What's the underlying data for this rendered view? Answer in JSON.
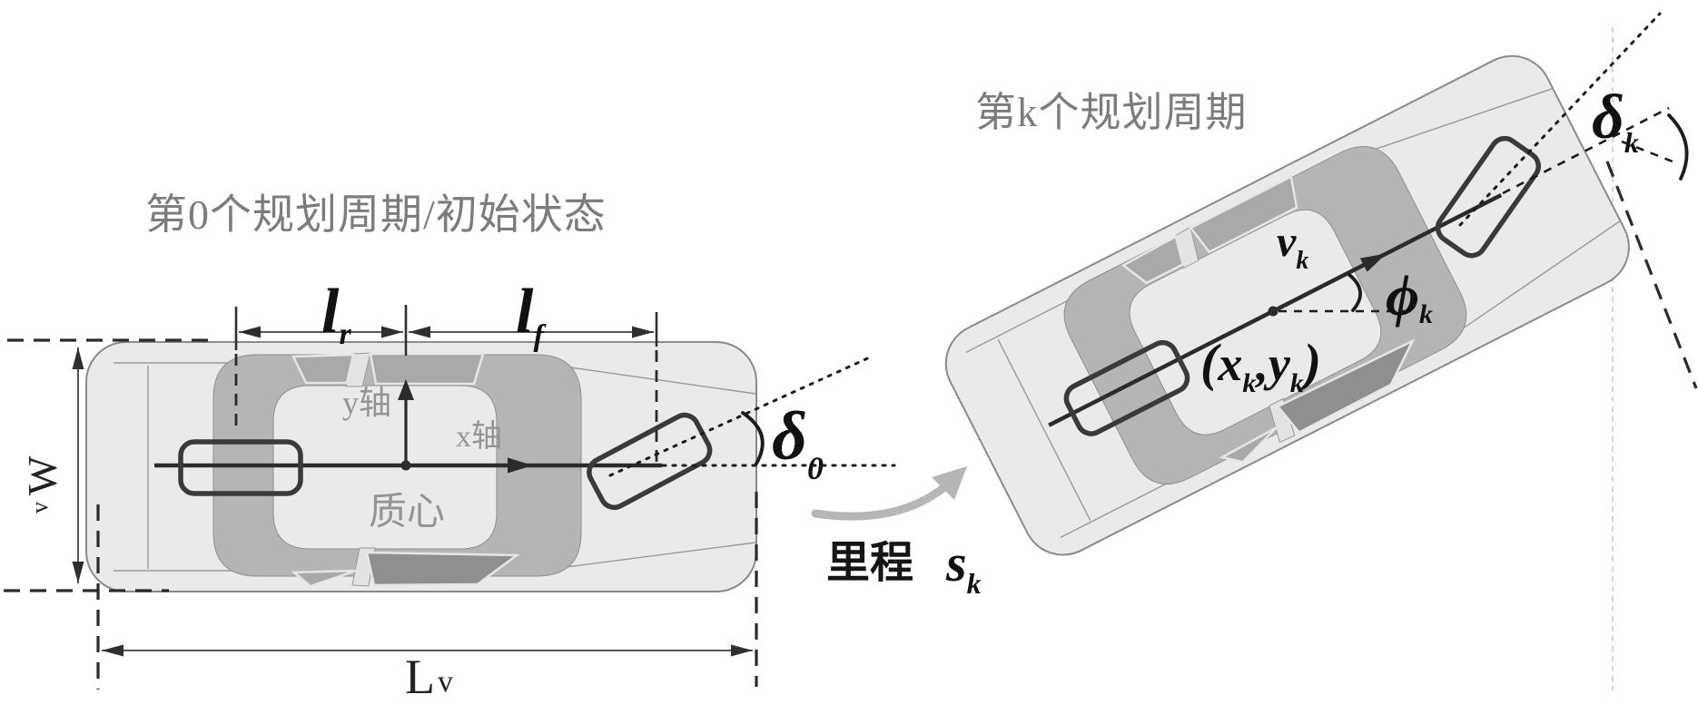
{
  "colors": {
    "car_body": "#eaeaea",
    "cabin": "#b5b5b5",
    "window_dark": "#8f8f8f",
    "line_dark": "#2b2b2b",
    "arrow_gray": "#b6b6b6",
    "title_gray": "#7c7c7c",
    "label_gray": "#949494"
  },
  "left": {
    "title": "第0个规划周期/初始状态",
    "y_axis_label": "y轴",
    "x_axis_label": "x轴",
    "cg_label": "质心",
    "rear_length": {
      "base": "l",
      "sub": "r"
    },
    "front_length": {
      "base": "l",
      "sub": "f"
    },
    "width_dim": {
      "base": "W",
      "sub": "v"
    },
    "length_dim": {
      "base": "L",
      "sub": "v"
    },
    "steer_angle": {
      "base": "δ",
      "sub": "0"
    }
  },
  "middle": {
    "mileage_label": "里程",
    "mileage_var": {
      "base": "s",
      "sub": "k"
    }
  },
  "right": {
    "title": "第k个规划周期",
    "velocity": {
      "base": "v",
      "sub": "k"
    },
    "heading_angle": {
      "base": "ϕ",
      "sub": "k"
    },
    "position": {
      "open": "(",
      "x": "x",
      "x_sub": "k",
      "comma": ",",
      "y": "y",
      "y_sub": "k",
      "close": ")"
    },
    "steer_angle": {
      "base": "δ",
      "sub": "k"
    }
  }
}
